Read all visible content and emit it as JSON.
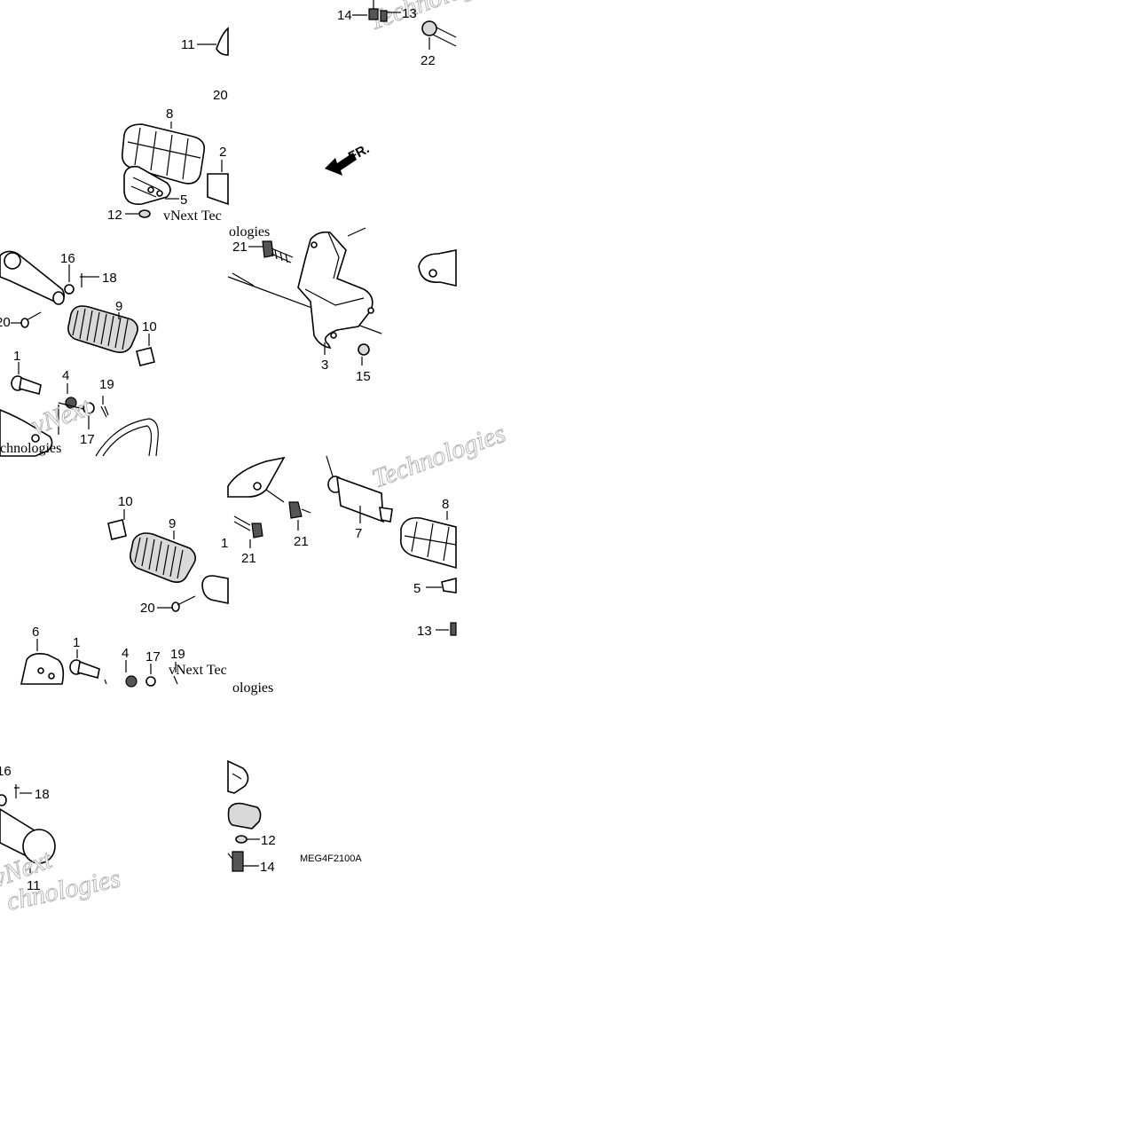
{
  "diagram": {
    "reference_code": "MEG4F2100A",
    "front_arrow_label": "FR.",
    "watermarks": {
      "technologies": "Technologies",
      "vnext_tec": "vNext Tec",
      "ologies": "ologies",
      "vnext": "vNext",
      "chnologies": "chnologies"
    },
    "part_labels": {
      "p1": "1",
      "p2": "2",
      "p3": "3",
      "p4": "4",
      "p5": "5",
      "p6": "6",
      "p7": "7",
      "p8": "8",
      "p9": "9",
      "p10": "10",
      "p11": "11",
      "p12": "12",
      "p13": "13",
      "p14": "14",
      "p15": "15",
      "p16": "16",
      "p17": "17",
      "p18": "18",
      "p19": "19",
      "p20": "20",
      "p21": "21",
      "p22": "22"
    }
  }
}
